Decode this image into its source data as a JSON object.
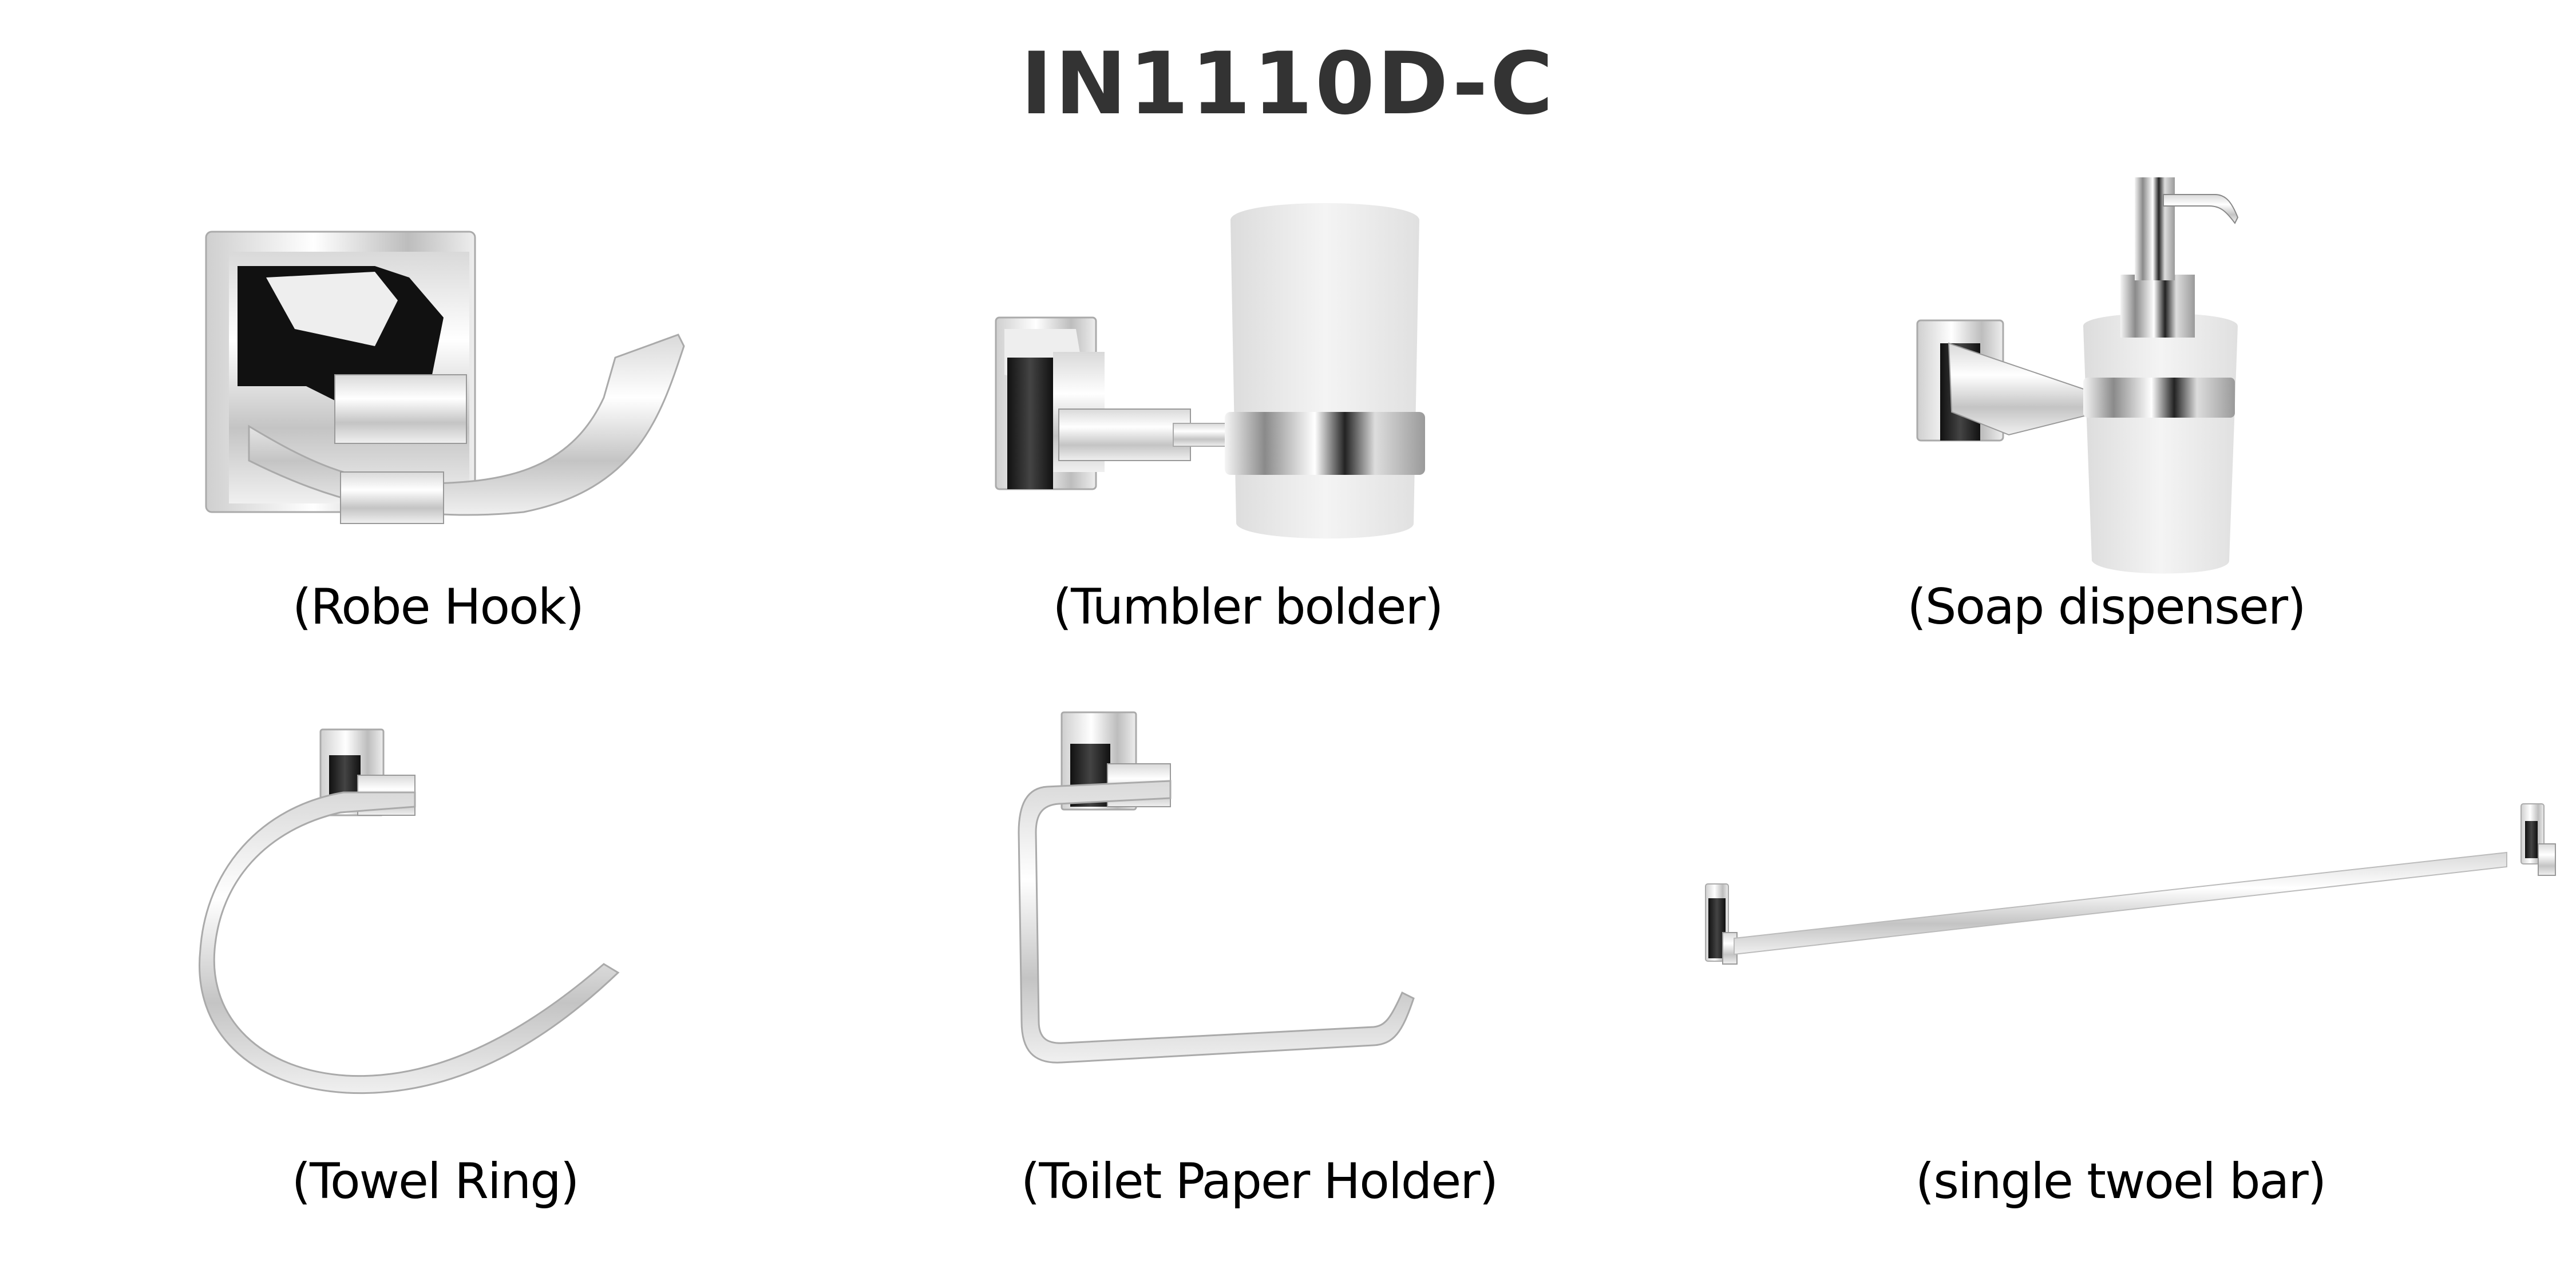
{
  "title": "IN1110D-C",
  "colors": {
    "title": "#333333",
    "caption": "#000000",
    "background": "#ffffff",
    "chrome_light": "#f2f2f2",
    "chrome_mid": "#bdbdbd",
    "chrome_dark": "#1a1a1a",
    "frosted_glass": "#e6e6e6"
  },
  "products": [
    {
      "id": "robe-hook",
      "caption": "(Robe Hook)"
    },
    {
      "id": "tumbler-holder",
      "caption": "(Tumbler bolder)"
    },
    {
      "id": "soap-dispenser",
      "caption": "(Soap dispenser)"
    },
    {
      "id": "towel-ring",
      "caption": "(Towel Ring)"
    },
    {
      "id": "toilet-paper-holder",
      "caption": "(Toilet Paper Holder)"
    },
    {
      "id": "single-towel-bar",
      "caption": "(single twoel bar)"
    }
  ]
}
